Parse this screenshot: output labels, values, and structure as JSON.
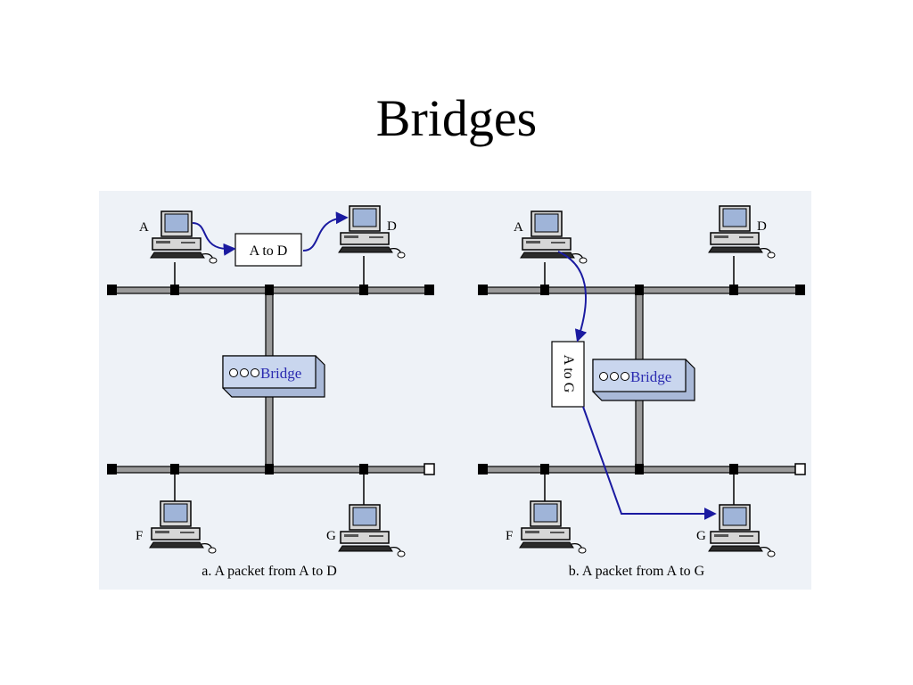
{
  "slide": {
    "title": "Bridges"
  },
  "colors": {
    "accent_arrow": "#1a1aa0",
    "bridge_fill": "#c9d6ee",
    "bridge_text": "#2a2ab0",
    "panel_bg": "#eef2f7"
  },
  "diagram_a": {
    "caption": "a. A packet from A to D",
    "packet_label": "A to D",
    "bridge_label": "Bridge",
    "stations": {
      "a": "A",
      "d": "D",
      "f": "F",
      "g": "G"
    }
  },
  "diagram_b": {
    "caption": "b. A packet from A to G",
    "packet_label": "A to G",
    "bridge_label": "Bridge",
    "stations": {
      "a": "A",
      "d": "D",
      "f": "F",
      "g": "G"
    }
  }
}
